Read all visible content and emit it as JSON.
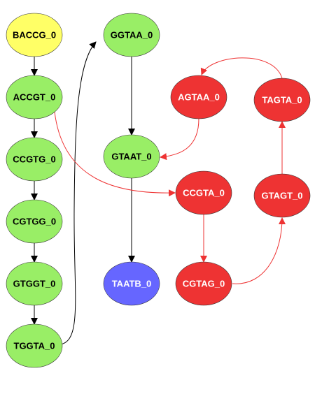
{
  "colors": {
    "start": "#ffff66",
    "normal": "#99ee66",
    "cycle": "#ee3333",
    "end": "#6666ff",
    "edge_default": "#000000",
    "edge_cycle": "#ee3333",
    "node_stroke": "#333333",
    "label_dark": "#000000",
    "label_light": "#ffffff"
  },
  "graph": {
    "nodes": [
      {
        "id": "BACCG_0",
        "label": "BACCG_0",
        "kind": "start"
      },
      {
        "id": "ACCGT_0",
        "label": "ACCGT_0",
        "kind": "normal"
      },
      {
        "id": "CCGTG_0",
        "label": "CCGTG_0",
        "kind": "normal"
      },
      {
        "id": "CGTGG_0",
        "label": "CGTGG_0",
        "kind": "normal"
      },
      {
        "id": "GTGGT_0",
        "label": "GTGGT_0",
        "kind": "normal"
      },
      {
        "id": "TGGTA_0",
        "label": "TGGTA_0",
        "kind": "normal"
      },
      {
        "id": "GGTAA_0",
        "label": "GGTAA_0",
        "kind": "normal"
      },
      {
        "id": "GTAAT_0",
        "label": "GTAAT_0",
        "kind": "normal"
      },
      {
        "id": "TAATB_0",
        "label": "TAATB_0",
        "kind": "end"
      },
      {
        "id": "AGTAA_0",
        "label": "AGTAA_0",
        "kind": "cycle"
      },
      {
        "id": "TAGTA_0",
        "label": "TAGTA_0",
        "kind": "cycle"
      },
      {
        "id": "CCGTA_0",
        "label": "CCGTA_0",
        "kind": "cycle"
      },
      {
        "id": "GTAGT_0",
        "label": "GTAGT_0",
        "kind": "cycle"
      },
      {
        "id": "CGTAG_0",
        "label": "CGTAG_0",
        "kind": "cycle"
      }
    ],
    "edges": [
      {
        "from": "BACCG_0",
        "to": "ACCGT_0",
        "kind": "default"
      },
      {
        "from": "ACCGT_0",
        "to": "CCGTG_0",
        "kind": "default"
      },
      {
        "from": "CCGTG_0",
        "to": "CGTGG_0",
        "kind": "default"
      },
      {
        "from": "CGTGG_0",
        "to": "GTGGT_0",
        "kind": "default"
      },
      {
        "from": "GTGGT_0",
        "to": "TGGTA_0",
        "kind": "default"
      },
      {
        "from": "TGGTA_0",
        "to": "GGTAA_0",
        "kind": "default"
      },
      {
        "from": "GGTAA_0",
        "to": "GTAAT_0",
        "kind": "default"
      },
      {
        "from": "GTAAT_0",
        "to": "TAATB_0",
        "kind": "default"
      },
      {
        "from": "ACCGT_0",
        "to": "CCGTA_0",
        "kind": "cycle"
      },
      {
        "from": "CCGTA_0",
        "to": "CGTAG_0",
        "kind": "cycle"
      },
      {
        "from": "CGTAG_0",
        "to": "GTAGT_0",
        "kind": "cycle"
      },
      {
        "from": "GTAGT_0",
        "to": "TAGTA_0",
        "kind": "cycle"
      },
      {
        "from": "TAGTA_0",
        "to": "AGTAA_0",
        "kind": "cycle"
      },
      {
        "from": "AGTAA_0",
        "to": "GTAAT_0",
        "kind": "cycle"
      }
    ]
  }
}
